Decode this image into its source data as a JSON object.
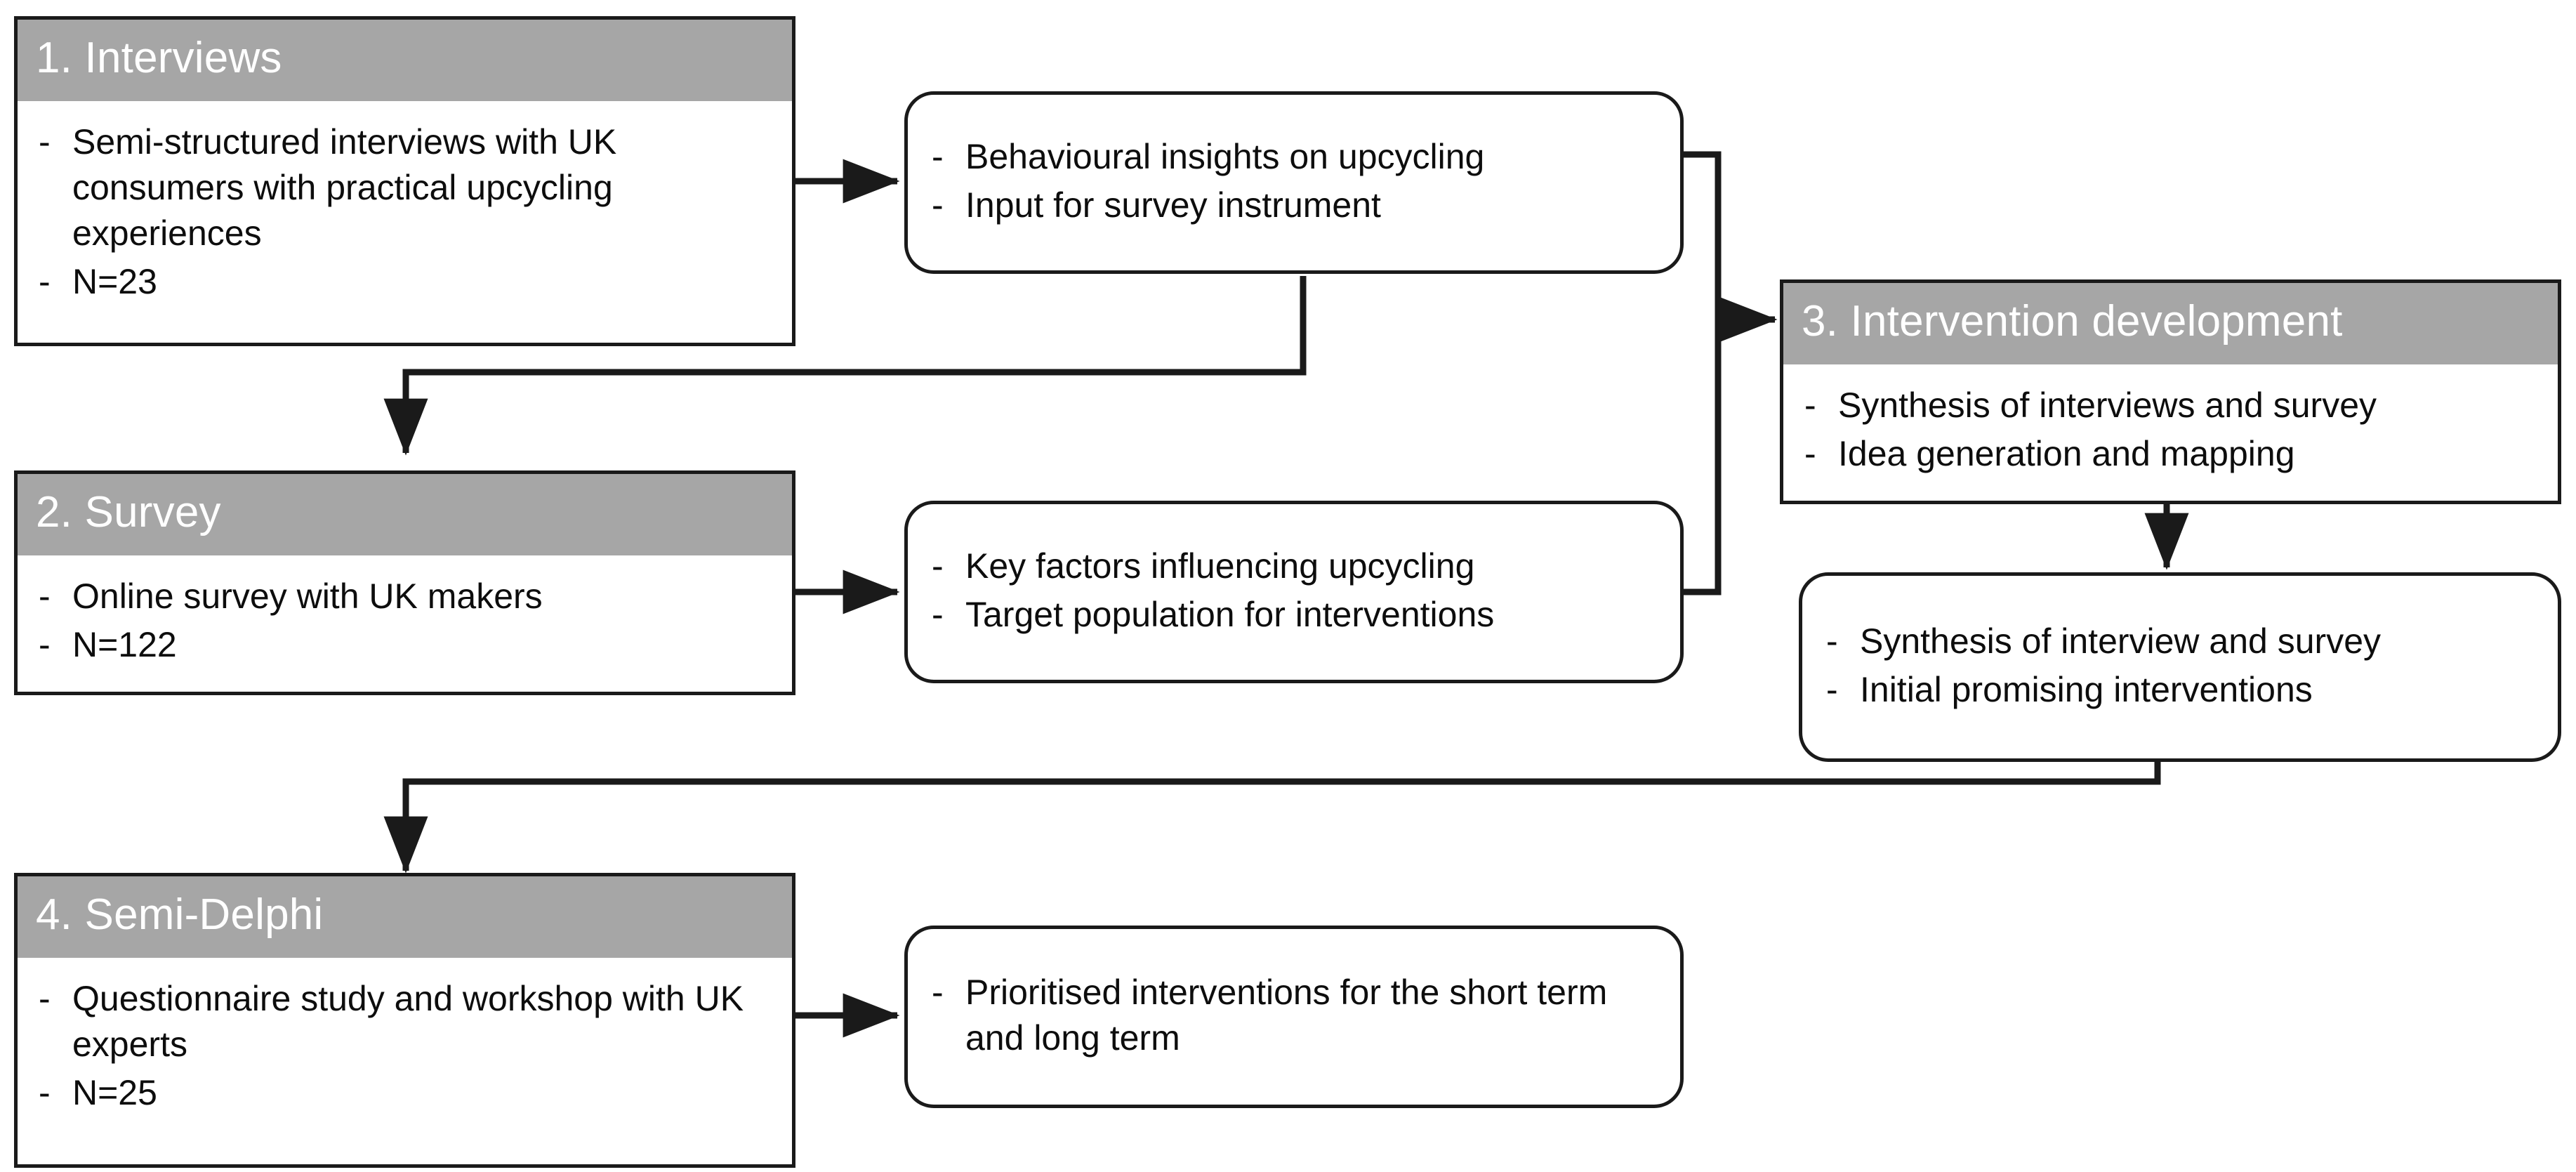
{
  "diagram": {
    "title": "Four-stage research methodology flowchart",
    "colors": {
      "header_fill": "#a6a6a6",
      "header_text": "#ffffff",
      "border": "#1a1a1a",
      "body_fill": "#ffffff",
      "body_text": "#0d0d0d",
      "connector": "#1a1a1a"
    },
    "bullet_marker": "-"
  },
  "stages": [
    {
      "id": "interviews",
      "header": "1. Interviews",
      "bullets": [
        "Semi-structured interviews with UK consumers with practical upcycling experiences",
        "N=23"
      ]
    },
    {
      "id": "survey",
      "header": "2. Survey",
      "bullets": [
        "Online survey with UK makers",
        "N=122"
      ]
    },
    {
      "id": "intervention-development",
      "header": "3. Intervention development",
      "bullets": [
        "Synthesis of interviews and survey",
        "Idea generation and mapping"
      ]
    },
    {
      "id": "semi-delphi",
      "header": "4. Semi-Delphi",
      "bullets": [
        "Questionnaire study and workshop with UK experts",
        "N=25"
      ]
    }
  ],
  "outcomes": [
    {
      "id": "interview-outcomes",
      "bullets": [
        "Behavioural insights on upcycling",
        "Input for survey instrument"
      ]
    },
    {
      "id": "survey-outcomes",
      "bullets": [
        "Key factors influencing upcycling",
        "Target population for interventions"
      ]
    },
    {
      "id": "intervention-outcomes",
      "bullets": [
        "Synthesis of interview and survey",
        "Initial promising interventions"
      ]
    },
    {
      "id": "delphi-outcomes",
      "bullets": [
        "Prioritised interventions for the short term and long term"
      ]
    }
  ],
  "connectors": [
    {
      "id": "interviews-to-interview-outcomes",
      "from": "interviews",
      "to": "interview-outcomes",
      "style": "straight-arrow"
    },
    {
      "id": "interview-outcomes-to-survey",
      "from": "interview-outcomes",
      "to": "survey",
      "style": "elbow-arrow"
    },
    {
      "id": "survey-to-survey-outcomes",
      "from": "survey",
      "to": "survey-outcomes",
      "style": "straight-arrow"
    },
    {
      "id": "outcomes-to-intervention-development",
      "from": "interview-outcomes,survey-outcomes",
      "to": "intervention-development",
      "style": "merge-arrow"
    },
    {
      "id": "intervention-development-to-intervention-outcomes",
      "from": "intervention-development",
      "to": "intervention-outcomes",
      "style": "down-arrow"
    },
    {
      "id": "intervention-outcomes-to-semi-delphi",
      "from": "intervention-outcomes",
      "to": "semi-delphi",
      "style": "elbow-arrow"
    },
    {
      "id": "semi-delphi-to-delphi-outcomes",
      "from": "semi-delphi",
      "to": "delphi-outcomes",
      "style": "straight-arrow"
    }
  ]
}
